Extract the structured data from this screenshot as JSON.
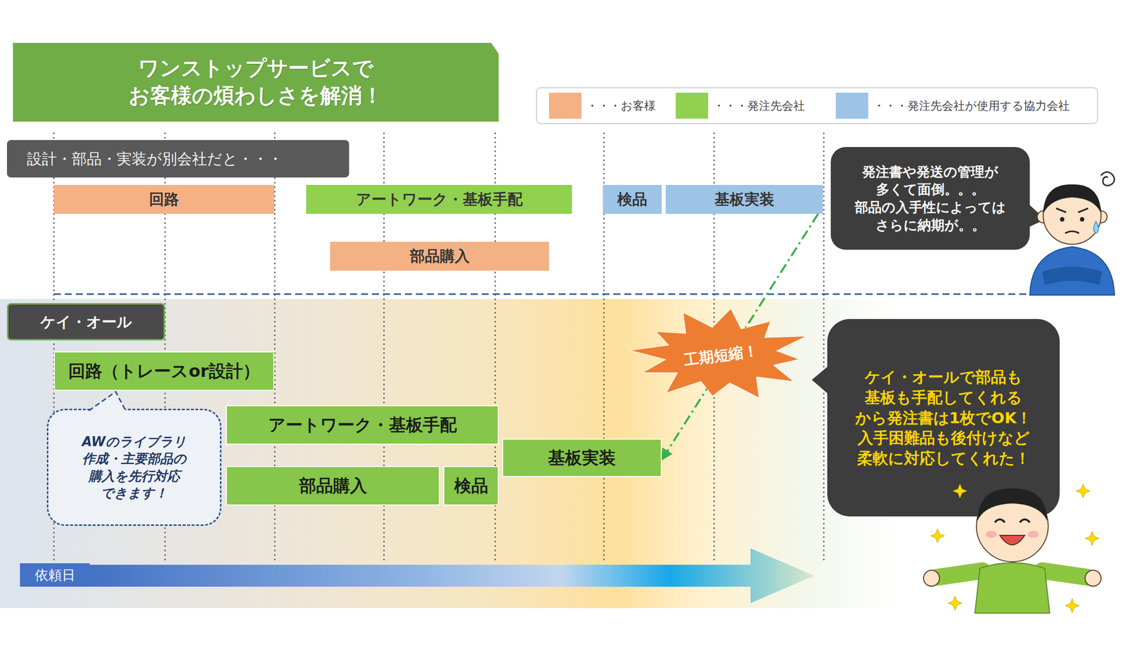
{
  "diagram": {
    "title": "ワンストップサービスで お客様の煩わしさを解消！",
    "nodes": [
      {
        "text": [
          "設計・部品・実装が別会社だと・・・"
        ]
      },
      {
        "text": [
          "回路"
        ]
      },
      {
        "text": [
          "アートワーク・基板手配"
        ]
      },
      {
        "text": [
          "検品"
        ]
      },
      {
        "text": [
          "基板実装"
        ]
      },
      {
        "text": [
          "発注書や発送の管理が 多くて面倒。。。 部品の入手性によっては さらに納期が。。"
        ]
      },
      {
        "text": [
          "部品購入"
        ]
      },
      {
        "text": [
          "ケイ・オール"
        ]
      },
      {
        "text": [
          "工期短縮！"
        ]
      },
      {
        "text": [
          "回路（トレースor設計）"
        ]
      },
      {
        "text": [
          "ケイ・オールで部品も 基板も手配してくれる から発注書は1枚でOK！ 入手困難品も後付けなど 柔軟に対応してくれた！"
        ]
      },
      {
        "text": [
          "AWのライブラリ 作成・主要部品の 購入を先行対応 できます！"
        ]
      },
      {
        "text": [
          "アートワーク・基板手配"
        ]
      },
      {
        "text": [
          "基板実装"
        ]
      },
      {
        "text": [
          "部品購入"
        ]
      },
      {
        "text": [
          "検品"
        ]
      },
      {
        "text": [
          "依頼日"
        ]
      }
    ],
    "edges": [
      {
        "from": 4,
        "to": 13,
        "arrow": "to"
      }
    ],
    "legend": [
      {
        "text": "・・・お客様",
        "color": "#f4b183"
      },
      {
        "text": "・・・発注先会社",
        "color": "#92d050"
      },
      {
        "text": "・・・発注先会社が使用する協力会社",
        "color": "#9dc3e6"
      }
    ]
  }
}
